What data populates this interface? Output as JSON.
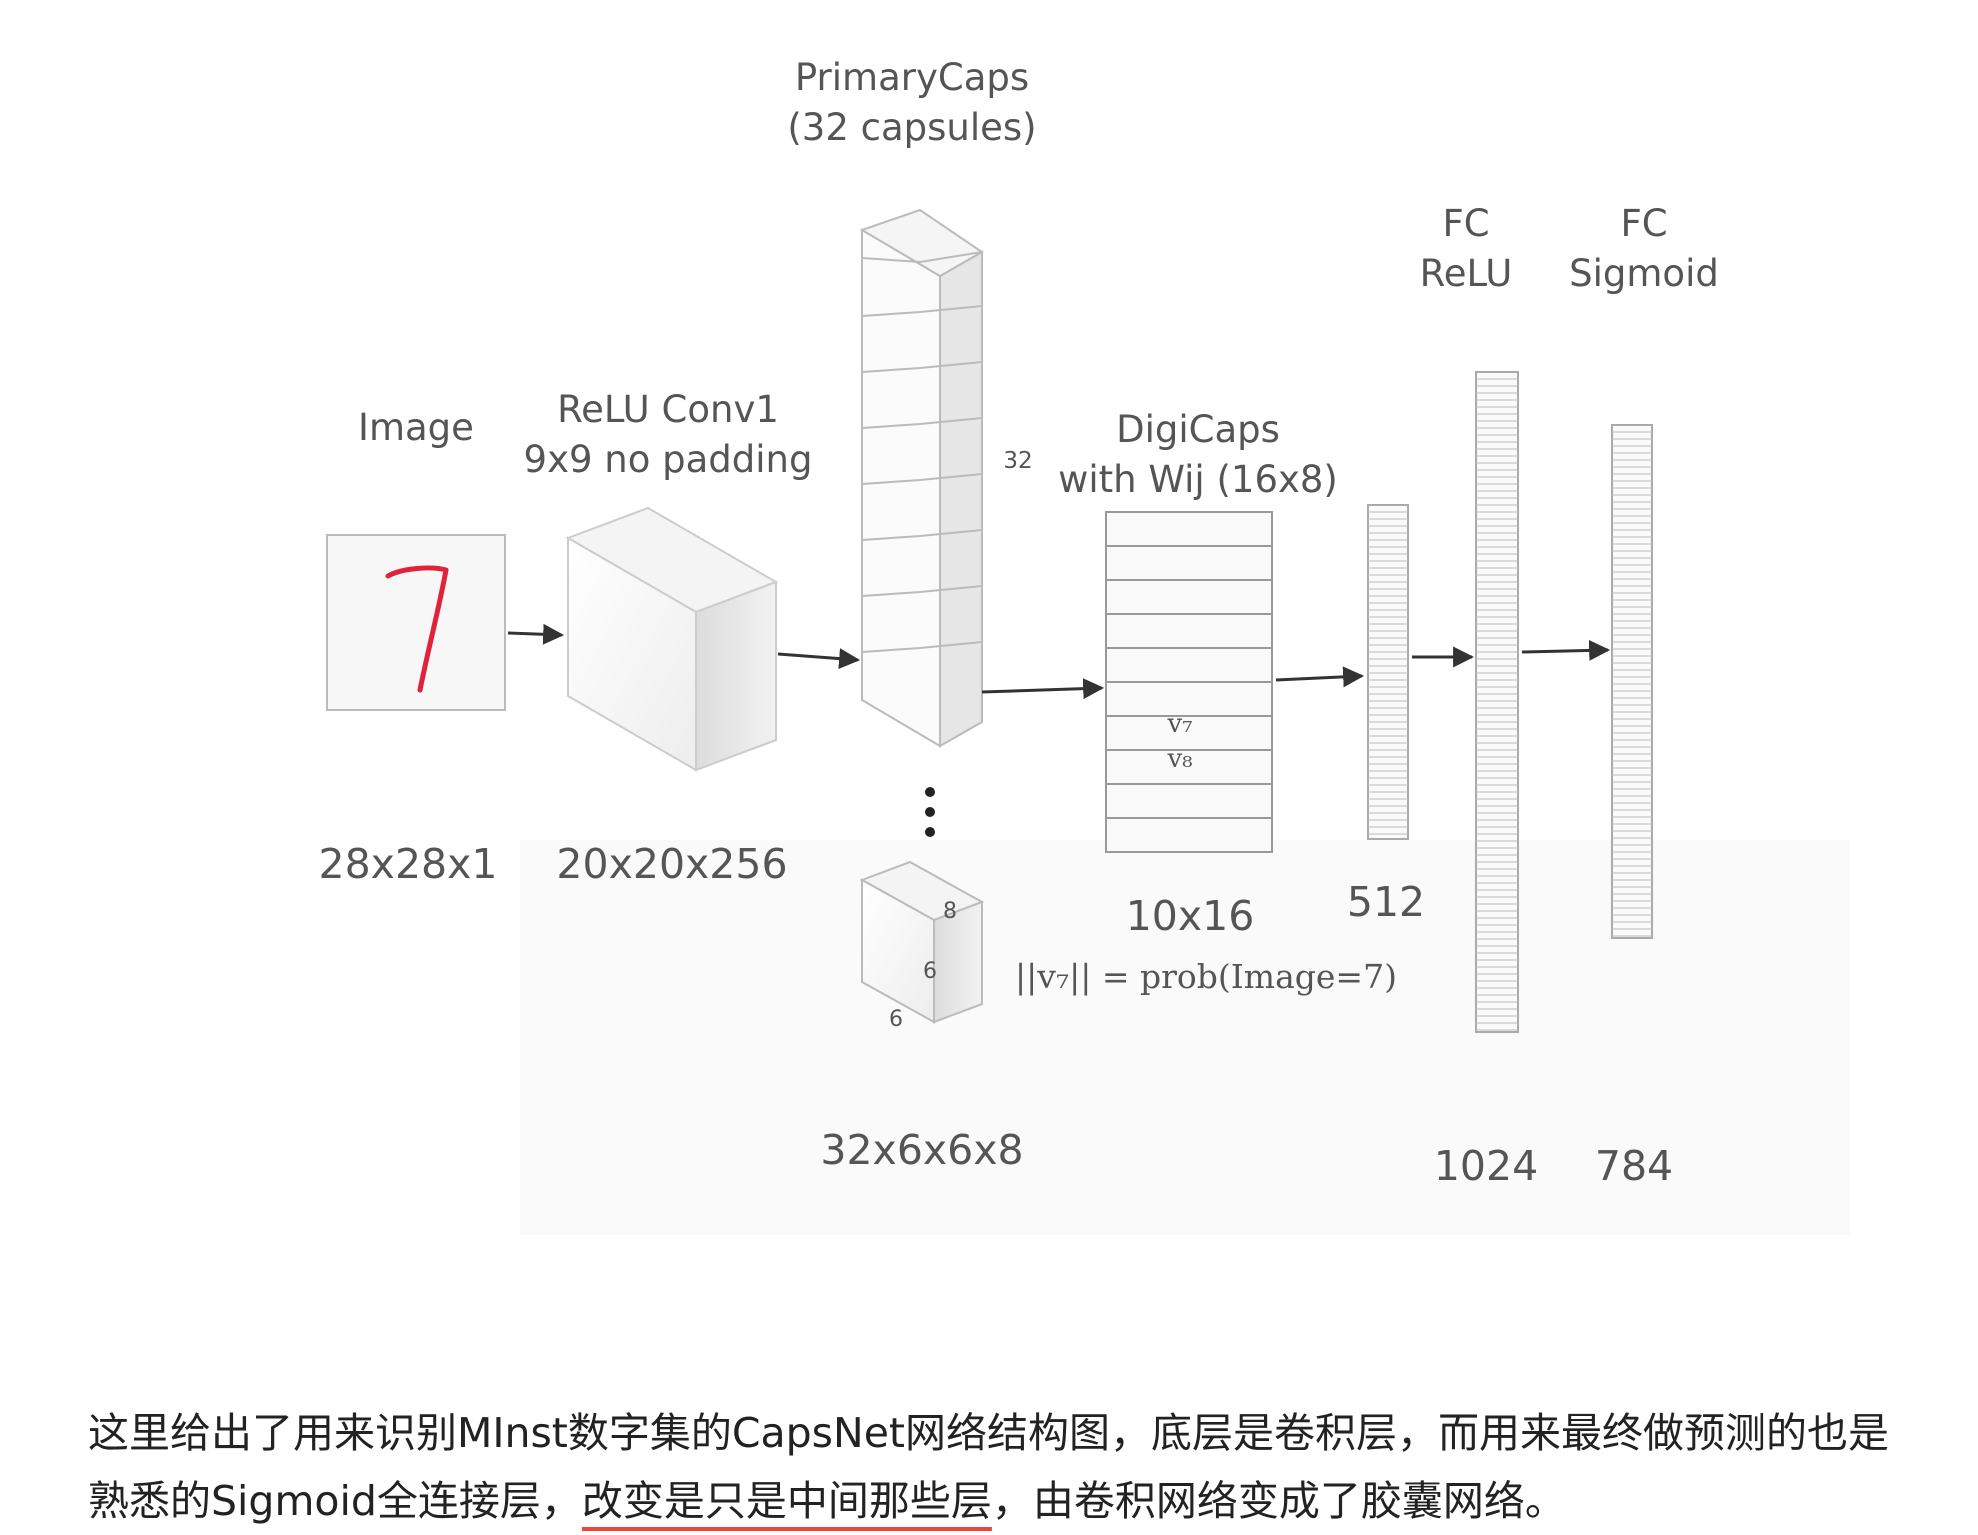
{
  "diagram": {
    "primarycaps": {
      "title": "PrimaryCaps",
      "subtitle": "(32 capsules)",
      "count": "32",
      "shape": "32x6x6x8",
      "capsule_dims": {
        "depth": "8",
        "height": "6",
        "width": "6"
      }
    },
    "fc_relu": {
      "line1": "FC",
      "line2": "ReLU",
      "size": "1024"
    },
    "fc_sigmoid": {
      "line1": "FC",
      "line2": "Sigmoid",
      "size": "784"
    },
    "image": {
      "title": "Image",
      "shape": "28x28x1",
      "digit": "7"
    },
    "conv1": {
      "line1": "ReLU Conv1",
      "line2": "9x9 no padding",
      "shape": "20x20x256"
    },
    "digicaps": {
      "line1": "DigiCaps",
      "line2": "with Wij (16x8)",
      "shape": "10x16",
      "row_v7": "v₇",
      "row_v8": "v₈",
      "formula": "||v₇|| = prob(Image=7)"
    },
    "fc_512": {
      "size": "512"
    }
  },
  "caption": {
    "part1": "这里给出了用来识别MInst数字集的CapsNet网络结构图，底层是卷积层，而用来最终做预测的也是熟悉的Sigmoid全连接层，",
    "highlight": "改变是只是中间那些层",
    "part2": "，由卷积网络变成了胶囊网络。"
  },
  "colors": {
    "digit_stroke": "#e0223a",
    "caption_underline": "#e8473a",
    "label_text": "#555555"
  }
}
